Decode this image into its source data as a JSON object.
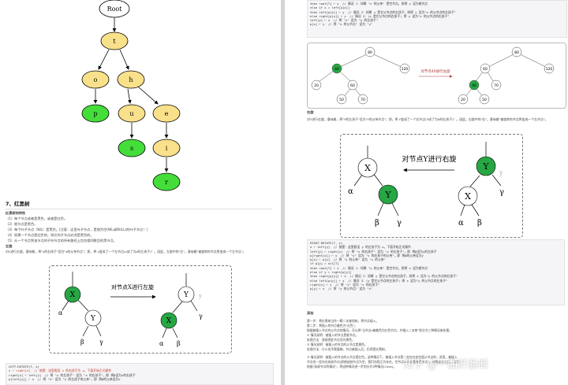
{
  "left": {
    "tree": {
      "root": "Root",
      "t": "t",
      "o": "o",
      "h": "h",
      "p": "p",
      "u": "u",
      "e": "e",
      "s": "s",
      "i": "i",
      "r": "r"
    },
    "section_title": "7、红黑树",
    "props_heading": "红黑树的特性",
    "props": [
      "（1）每个节点或者是黑色，或者是红色。",
      "（2）根节点是黑色。",
      "（3）每个叶子节点（NIL）是黑色。[注意：这里叶子节点，是指为空(NIL或NULL)的叶子节点！]",
      "（4）如果一个节点是红色的，则它的子节点必须是黑色的。",
      "（5）从一个节点到该节点的子孙节点的所有路径上包含相同数目的黑节点。"
    ],
    "rotate_heading": "左旋",
    "rotate_desc": "对x进行左旋，意味着，将\"x的右孩子\"设为\"x的父亲节点\"；即，将 x变成了一个左节点(x成了为z的左孩子)！。因此，左旋中的\"左\"，意味着\"被旋转的节点将变成一个左节点\"。",
    "diagram": {
      "caption": "对节点X进行左旋",
      "X": "X",
      "Y": "Y",
      "a": "α",
      "b": "β",
      "g": "γ",
      "y": "y"
    },
    "code_lines": [
      "LEFT-ROTATE(T, x)",
      "y ← right[x]  // 前提：这里假设 x 的右孩子为 y。下面开始正式操作",
      "right[x] ← left[y]  // 将 \"y 的左孩子\" 设为 \"x 的右孩子\"，即 将β设为x的右孩子",
      "p[left[y]] ← x  // 将 \"x\" 设为 \"y 的左孩子的父亲\"，即 将β的父亲设为x"
    ]
  },
  "right": {
    "code_top": [
      "then root[T] ← y  // 情况 1：如果 \"x 的父亲\" 是空节点，则将 y 设为根节点",
      "else if x = left[p[x]]",
      "then left[p[x]] ← y  // 情况 2：如果 x 是它父节点的左孩子，则将 y 设为\"x 的父节点的左孩子\"",
      "else right[p[x]] ← y  // 情况 3：(x 是它父节点的右孩子) 将 y 设为\"x 的父节点的右孩子\"",
      "left[y] ← x  // 将 \"x\" 设为 \"y 的左孩子\"",
      "p[x] ← y  // 将 \"x 的父节点\" 设为 \"y\""
    ],
    "example": {
      "caption": "对节点40进行左旋",
      "before": [
        "80",
        "40",
        "120",
        "20",
        "60",
        "50",
        "70"
      ],
      "after": [
        "80",
        "60",
        "120",
        "40",
        "70",
        "20",
        "50"
      ]
    },
    "rotate_heading": "右旋",
    "rotate_desc": "对Y进行右旋，意味着，将\"Y的左孩子\"设为\"Y的父亲节点\"；即，将 Y变成了一个右节点(Y成了为X的右孩子)！。因此，右旋中的\"右\"，意味着\"被旋转的节点将变成一个右节点\"。",
    "diagram": {
      "caption": "对节点Y进行右旋",
      "X": "X",
      "Y": "Y",
      "a": "α",
      "b": "β",
      "g": "γ",
      "y": "y"
    },
    "code_lines": [
      "RIGHT-ROTATE(T, y)",
      "x ← left[y]  // 前提：这里假设 y 的左孩子为 x。下面开始正式操作",
      "left[y] ← right[x]  // 将 \"x 的右孩子\" 设为 \"y 的左孩子\"，即 将β设为y的左孩子",
      "p[right[x]] ← y  // 将 \"y\" 设为 \"x 的右孩子的父亲\"，即 将β的父亲设为y",
      "p[x] ← p[y]  // 将 \"y 的父亲\" 设为 \"x 的父亲\"",
      "if p[y] = nil[T]",
      "then root[T] ← x  // 情况 1：如果 \"y 的父亲\" 是空节点，则将 x 设为根节点",
      "else if y = right[p[y]]",
      "then right[p[y]] ← x  // 情况 2：如果 y 是它父节点的右孩子，则将 x 设为\"y 的父节点的右孩子\"",
      "else left[p[y]] ← x  // 情况 3：(y 是它父节点的左孩子) 将 x 设为\"y 的父节点的左孩子\"",
      "right[x] ← y  // 将 \"y\" 设为 \"x 的右孩子\"",
      "p[y] ← x  // 将 \"y 的父节点\" 设为 \"x\""
    ],
    "insert_heading": "添加",
    "insert_lines": [
      "第一步：将红黑树当作一颗二叉查找树，将节点插入。",
      "第二步：将插入的节点着色为\"红色\"。",
      "根据被插入节点的父节点的情况，可以将\"当节点z被着色为红色节点，并插入二叉树\"划分为三种情况来处理。",
      "① 情况说明：被插入的节点是根节点。",
      "处理方法：直接把此节点涂为黑色。",
      "② 情况说明：被插入的节点的父节点是黑色。",
      "处理方法：什么也不需要做。节点被插入后，仍然是红黑树。",
      "③ 情况说明：被插入的节点的父节点是红色。这种情况下，被插入节点是一定存在非空祖父节点的；进而，被插入",
      "节点也一定存在叔叔节点(即使叔叔节点为空，我们也视之为存在，空节点本身就是黑色节点)。理解这点之后，我们",
      "依据\"叔叔节点的情况\"，将这种情况进一步划分为3种情况(Case)。"
    ],
    "watermark": "知乎 @一曲肝肠断"
  }
}
